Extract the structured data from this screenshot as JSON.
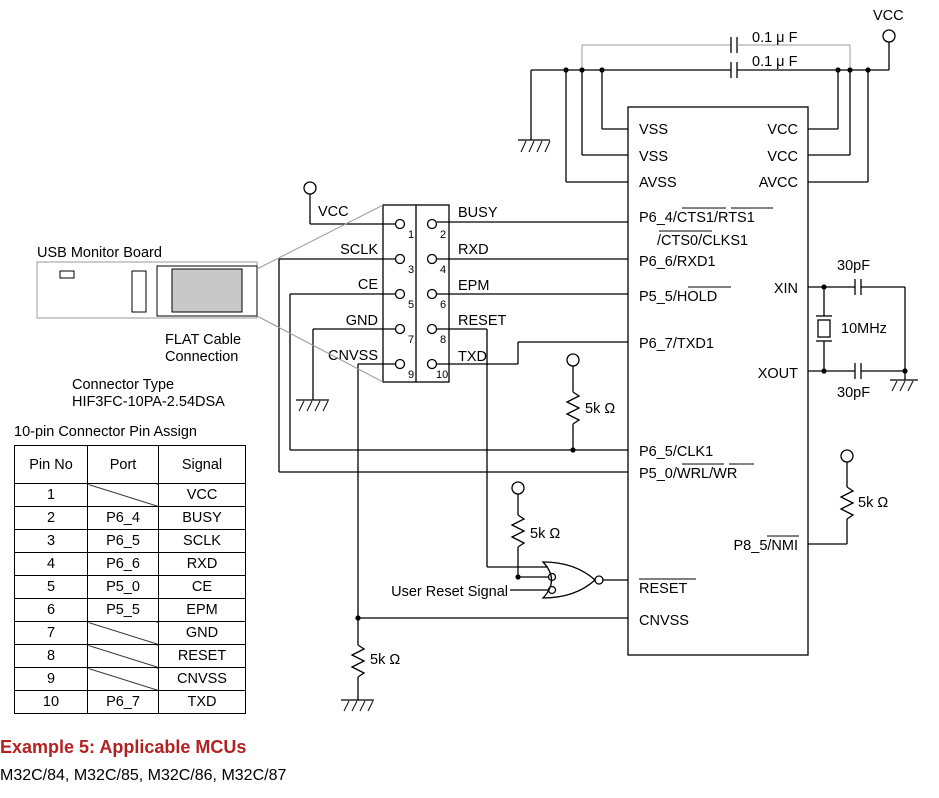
{
  "labels": {
    "vcc_top": "VCC",
    "vcc_conn": "VCC",
    "cap_top1": "0.1 μ F",
    "cap_top2": "0.1 μ F",
    "usb_board": "USB Monitor Board",
    "flat_cable": [
      "FLAT Cable",
      "Connection"
    ],
    "connector_type": [
      "Connector Type",
      "HIF3FC-10PA-2.54DSA"
    ],
    "xtal_cap1": "30pF",
    "xtal_cap2": "30pF",
    "crystal": "10MHz",
    "res1": "5k Ω",
    "res2": "5k Ω",
    "res3": "5k Ω",
    "res4": "5k Ω",
    "user_reset": "User Reset Signal"
  },
  "connector": {
    "left_signals": [
      "VCC",
      "SCLK",
      "CE",
      "GND",
      "CNVSS"
    ],
    "right_signals": [
      "BUSY",
      "RXD",
      "EPM",
      "RESET",
      "TXD"
    ],
    "odd_pins": [
      "1",
      "3",
      "5",
      "7",
      "9"
    ],
    "even_pins": [
      "2",
      "4",
      "6",
      "8",
      "10"
    ]
  },
  "mcu": {
    "left_pins": [
      {
        "text": "VSS"
      },
      {
        "text": "VSS"
      },
      {
        "text": "AVSS"
      },
      {
        "text": "P6_4/CTS1/RTS1"
      },
      {
        "text": "/CTS0/CLKS1"
      },
      {
        "text": "P6_6/RXD1"
      },
      {
        "text": "P5_5/HOLD"
      },
      {
        "text": "P6_7/TXD1"
      },
      {
        "text": "P6_5/CLK1"
      },
      {
        "text": "P5_0/WRL/WR"
      },
      {
        "text": "RESET"
      },
      {
        "text": "CNVSS"
      }
    ],
    "right_pins": [
      {
        "text": "VCC"
      },
      {
        "text": "VCC"
      },
      {
        "text": "AVCC"
      },
      {
        "text": "XIN"
      },
      {
        "text": "XOUT"
      },
      {
        "text": "P8_5/NMI"
      }
    ]
  },
  "table": {
    "title": "10-pin Connector Pin Assign",
    "headers": [
      "Pin No",
      "Port",
      "Signal"
    ],
    "rows": [
      {
        "pin": "1",
        "port": "",
        "signal": "VCC"
      },
      {
        "pin": "2",
        "port": "P6_4",
        "signal": "BUSY"
      },
      {
        "pin": "3",
        "port": "P6_5",
        "signal": "SCLK"
      },
      {
        "pin": "4",
        "port": "P6_6",
        "signal": "RXD"
      },
      {
        "pin": "5",
        "port": "P5_0",
        "signal": "CE"
      },
      {
        "pin": "6",
        "port": "P5_5",
        "signal": "EPM"
      },
      {
        "pin": "7",
        "port": "",
        "signal": "GND"
      },
      {
        "pin": "8",
        "port": "",
        "signal": "RESET"
      },
      {
        "pin": "9",
        "port": "",
        "signal": "CNVSS"
      },
      {
        "pin": "10",
        "port": "P6_7",
        "signal": "TXD"
      }
    ]
  },
  "caption": {
    "title": "Example 5: Applicable MCUs",
    "mcus": "M32C/84, M32C/85, M32C/86, M32C/87"
  }
}
